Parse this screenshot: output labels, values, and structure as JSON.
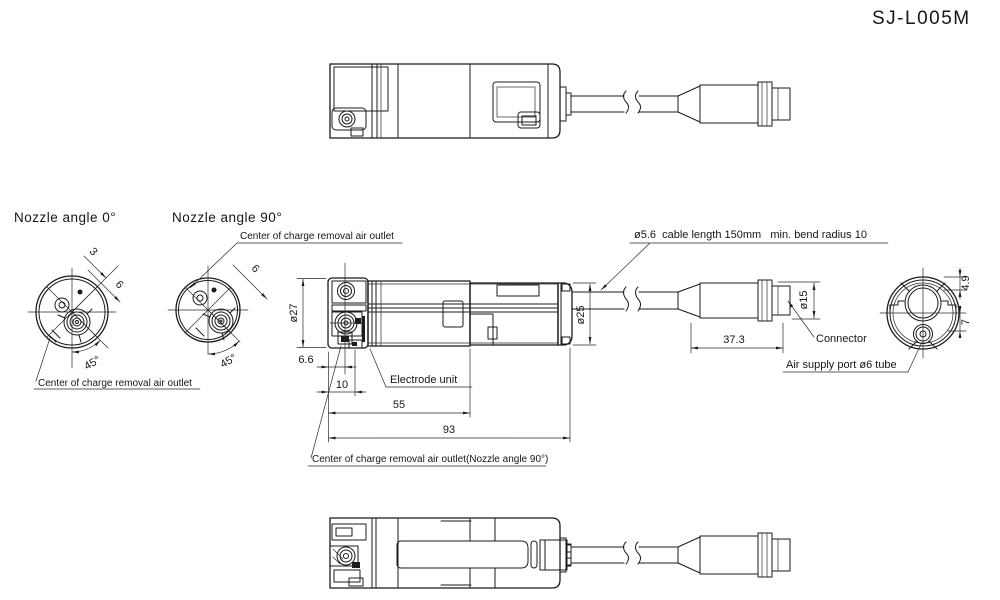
{
  "title": "SJ-L005M",
  "views": {
    "front0": {
      "heading": "Nozzle angle 0°",
      "dim_offset_a": "3",
      "dim_offset_b": "6",
      "dim_angle": "45°",
      "callout_outlet": "Center of charge removal air outlet"
    },
    "front90": {
      "heading": "Nozzle angle 90°",
      "dim_offset": "6",
      "dim_angle": "45°",
      "callout_outlet": "Center of charge removal air outlet"
    },
    "side": {
      "note_cable": "ø5.6  cable length 150mm   min. bend radius 10",
      "dim_dia_body_front": "ø27",
      "dim_face_to_outlet0": "6.6",
      "dim_face_to_outlet90": "10",
      "dim_face_to_section": "55",
      "dim_overall_length": "93",
      "dim_dia_body_rear": "ø25",
      "dim_connector_length": "37.3",
      "dim_dia_connector": "ø15",
      "callout_electrode": "Electrode unit",
      "callout_connector": "Connector",
      "callout_outlet90": "Center of charge removal air outlet(Nozzle angle 90°)"
    },
    "rear": {
      "dim_port_a": "4.9",
      "dim_port_b": "7",
      "callout_air": "Air supply port ø6 tube"
    }
  }
}
